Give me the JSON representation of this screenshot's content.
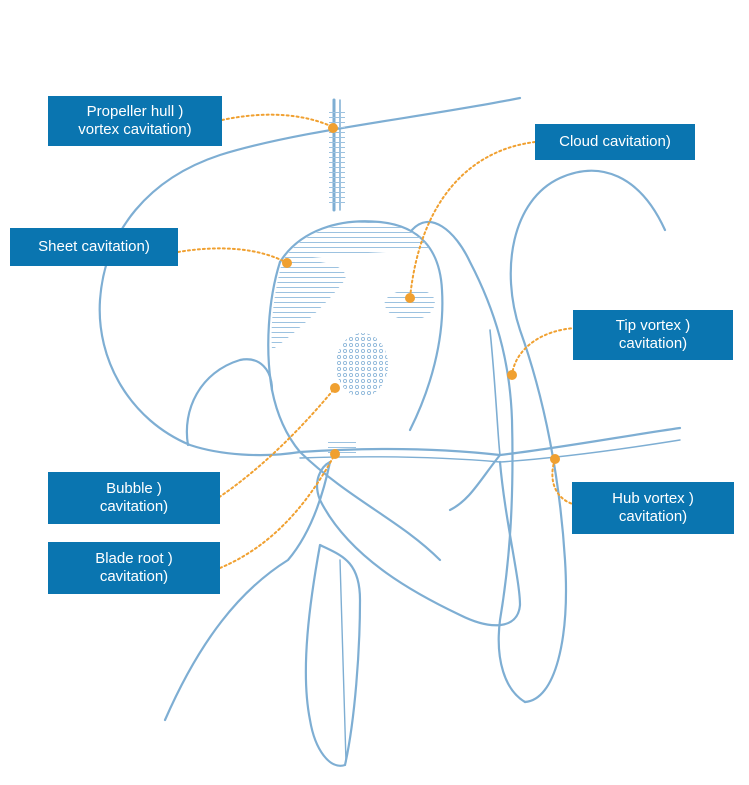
{
  "colors": {
    "label_bg": "#0a75b0",
    "label_text": "#ffffff",
    "leader": "#f0a030",
    "outline": "#7eaed3",
    "hatch": "#9cc2e0"
  },
  "labels": {
    "propeller_hull": {
      "line1": "Propeller hull )",
      "line2": "vortex cavitation)"
    },
    "cloud": {
      "line1": "Cloud cavitation)"
    },
    "sheet": {
      "line1": "Sheet cavitation)"
    },
    "tip_vortex": {
      "line1": "Tip vortex )",
      "line2": "cavitation)"
    },
    "bubble": {
      "line1": "Bubble )",
      "line2": "cavitation)"
    },
    "hub_vortex": {
      "line1": "Hub vortex )",
      "line2": "cavitation)"
    },
    "blade_root": {
      "line1": "Blade root )",
      "line2": "cavitation)"
    }
  }
}
